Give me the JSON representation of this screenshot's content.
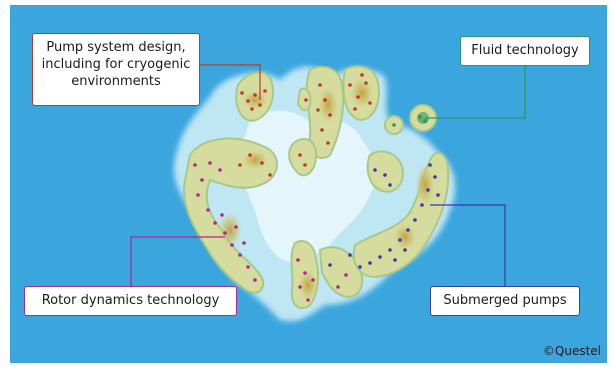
{
  "labels": {
    "pump_design": "Pump system design, including for cryogenic environments",
    "fluid": "Fluid technology",
    "rotor": "Rotor dynamics technology",
    "submerged": "Submerged pumps"
  },
  "copyright": "©Questel",
  "colors": {
    "ocean": "#3aa6dd",
    "pump_design": "#c0392b",
    "fluid": "#2e9a54",
    "rotor": "#b0288f",
    "submerged": "#3a3aa8"
  }
}
